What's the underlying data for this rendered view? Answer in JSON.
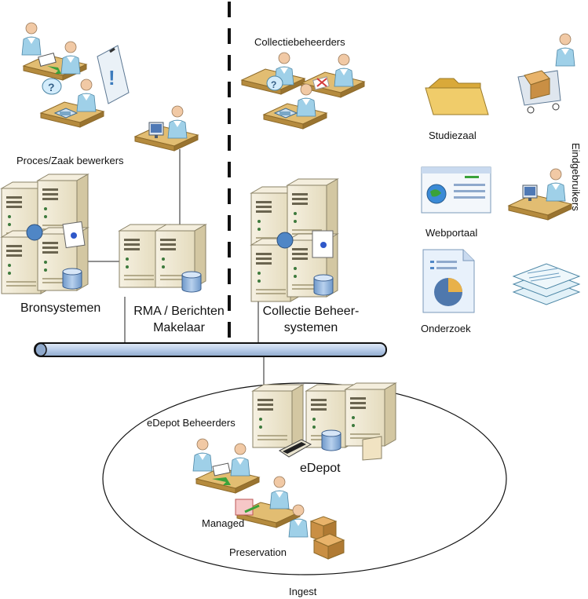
{
  "labels": {
    "proces_zaak": "Proces/Zaak bewerkers",
    "collectiebeheerders": "Collectiebeheerders",
    "bronsystemen": "Bronsystemen",
    "rma_line1": "RMA / Berichten",
    "rma_line2": "Makelaar",
    "collectie_line1": "Collectie Beheer-",
    "collectie_line2": "systemen",
    "studiezaal": "Studiezaal",
    "webportaal": "Webportaal",
    "onderzoek": "Onderzoek",
    "eindgebruikers": "Eindgebruikers",
    "edepot_beheerders": "eDepot Beheerders",
    "edepot": "eDepot",
    "managed": "Managed",
    "preservation": "Preservation",
    "ingest": "Ingest"
  },
  "colors": {
    "server_body": "#efe7cf",
    "server_side": "#d7ccaa",
    "person": "#9fd0e8",
    "desk": "#d9b36a",
    "bus_fill": "#c9daf0",
    "folder": "#e9c35a"
  },
  "icons": [
    "workers-icon",
    "clipboard-icon",
    "folder-icon",
    "cart-icon",
    "webportal-icon",
    "report-icon",
    "documents-icon",
    "server-icon",
    "database-icon",
    "tape-icon",
    "boxes-icon"
  ]
}
